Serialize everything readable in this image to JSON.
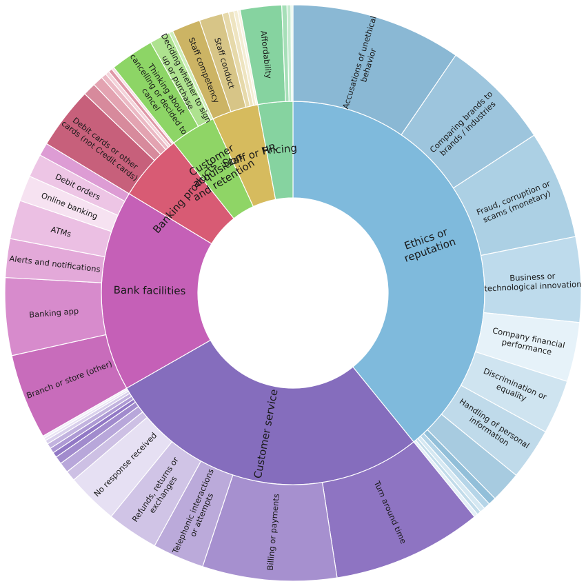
{
  "chart_data": {
    "type": "sunburst",
    "title": "",
    "categories": [
      {
        "name": "Ethics or reputation",
        "label_lines": [
          "Ethics or",
          "reputation"
        ],
        "color": "#7fbadc",
        "children": [
          {
            "name": "Accusations of unethical behavior",
            "label_lines": [
              "Accusations of unethical",
              "behavior"
            ],
            "value": 66,
            "color": "#8ab8d4"
          },
          {
            "name": "Comparing brands to brands / industries",
            "label_lines": [
              "Comparing brands to",
              "brands / industries"
            ],
            "value": 43,
            "color": "#9dc5dd"
          },
          {
            "name": "Fraud, corruption or scams (monetary)",
            "label_lines": [
              "Fraud, corruption or",
              "scams (monetary)"
            ],
            "value": 42,
            "color": "#acd0e4"
          },
          {
            "name": "Business or technological innovation",
            "label_lines": [
              "Business or",
              "technological innovation"
            ],
            "value": 33,
            "color": "#bedbec"
          },
          {
            "name": "Company financial performance",
            "label_lines": [
              "Company financial",
              "performance"
            ],
            "value": 23,
            "color": "#e6f2f9"
          },
          {
            "name": "Discrimination or equality",
            "label_lines": [
              "Discrimination or",
              "equality"
            ],
            "value": 21,
            "color": "#cfe4f0"
          },
          {
            "name": "Handling of personal information",
            "label_lines": [
              "Handling of personal",
              "information"
            ],
            "value": 20,
            "color": "#bfdaea"
          },
          {
            "name": "",
            "label_lines": [],
            "value": 12,
            "color": "#a7cbe0"
          },
          {
            "name": "",
            "label_lines": [],
            "value": 3,
            "color": "#92bfd9"
          },
          {
            "name": "",
            "label_lines": [],
            "value": 2.5,
            "color": "#b5d5e8"
          },
          {
            "name": "",
            "label_lines": [],
            "value": 2,
            "color": "#d5e8f2"
          },
          {
            "name": "",
            "label_lines": [],
            "value": 1.5,
            "color": "#c2dcea"
          },
          {
            "name": "",
            "label_lines": [],
            "value": 1.5,
            "color": "#e4f0f7"
          }
        ]
      },
      {
        "name": "Customer service",
        "label_lines": [
          "Customer service"
        ],
        "color": "#856dbd",
        "children": [
          {
            "name": "Turn around time",
            "label_lines": [
              "Turn around time"
            ],
            "value": 58,
            "color": "#8e74c2"
          },
          {
            "name": "Billing or payments",
            "label_lines": [
              "Billing or payments"
            ],
            "value": 52,
            "color": "#a690cf"
          },
          {
            "name": "Telephonic interactions or attempts",
            "label_lines": [
              "Telephonic interactions",
              "or attempts"
            ],
            "value": 20,
            "color": "#bbaada"
          },
          {
            "name": "Refunds, returns or exchanges",
            "label_lines": [
              "Refunds, returns or",
              "exchanges"
            ],
            "value": 20,
            "color": "#d0c4e6"
          },
          {
            "name": "No response received",
            "label_lines": [
              "No response received"
            ],
            "value": 20,
            "color": "#e6e0f3"
          },
          {
            "name": "",
            "label_lines": [],
            "value": 4,
            "color": "#cdc0e4"
          },
          {
            "name": "",
            "label_lines": [],
            "value": 4,
            "color": "#b8a7da"
          },
          {
            "name": "",
            "label_lines": [],
            "value": 3,
            "color": "#a18bcd"
          },
          {
            "name": "",
            "label_lines": [],
            "value": 2,
            "color": "#9178c5"
          },
          {
            "name": "",
            "label_lines": [],
            "value": 2,
            "color": "#ad99d4"
          },
          {
            "name": "",
            "label_lines": [],
            "value": 2,
            "color": "#c2b3df"
          },
          {
            "name": "",
            "label_lines": [],
            "value": 1.5,
            "color": "#d9d0ec"
          },
          {
            "name": "",
            "label_lines": [],
            "value": 1,
            "color": "#e9e4f4"
          },
          {
            "name": "",
            "label_lines": [],
            "value": 1,
            "color": "#f2eff9"
          }
        ]
      },
      {
        "name": "Bank facilities",
        "label_lines": [
          "Bank facilities"
        ],
        "color": "#c560b7",
        "children": [
          {
            "name": "Branch or store (other)",
            "label_lines": [
              "Branch or store (other)"
            ],
            "value": 33,
            "color": "#c86cbb"
          },
          {
            "name": "Banking app",
            "label_lines": [
              "Banking app"
            ],
            "value": 30,
            "color": "#d78bcc"
          },
          {
            "name": "Alerts and notifications",
            "label_lines": [
              "Alerts and notifications"
            ],
            "value": 15,
            "color": "#e3a9d9"
          },
          {
            "name": "ATMs",
            "label_lines": [
              "ATMs"
            ],
            "value": 15,
            "color": "#ebbfe3"
          },
          {
            "name": "Online banking",
            "label_lines": [
              "Online banking"
            ],
            "value": 10,
            "color": "#f6e2f1"
          },
          {
            "name": "Debit orders",
            "label_lines": [
              "Debit orders"
            ],
            "value": 9,
            "color": "#edc5e5"
          },
          {
            "name": "",
            "label_lines": [],
            "value": 5,
            "color": "#dd9cd4"
          }
        ]
      },
      {
        "name": "Banking products",
        "label_lines": [
          "Banking products"
        ],
        "color": "#d85b74",
        "children": [
          {
            "name": "Debit cards or other cards (not Credit cards)",
            "label_lines": [
              "Debit cards or other",
              "cards (not Credit cards)"
            ],
            "value": 24,
            "color": "#c7607b"
          },
          {
            "name": "",
            "label_lines": [],
            "value": 5,
            "color": "#d78a9c"
          },
          {
            "name": "",
            "label_lines": [],
            "value": 4,
            "color": "#e3a3b1"
          },
          {
            "name": "",
            "label_lines": [],
            "value": 2,
            "color": "#ebb9c4"
          },
          {
            "name": "",
            "label_lines": [],
            "value": 1.5,
            "color": "#f3d3da"
          },
          {
            "name": "",
            "label_lines": [],
            "value": 1.5,
            "color": "#df98a7"
          },
          {
            "name": "",
            "label_lines": [],
            "value": 1,
            "color": "#f6e0e5"
          }
        ]
      },
      {
        "name": "Customer acquisition and retention",
        "label_lines": [
          "Customer",
          "acquisition",
          "and retention"
        ],
        "color": "#8fd566",
        "children": [
          {
            "name": "Thinking about cancelling or decided to cancel",
            "label_lines": [
              "Thinking about",
              "cancelling or decided to",
              "cancel"
            ],
            "value": 17,
            "color": "#8dd566"
          },
          {
            "name": "Deciding whether to sign up or purchase",
            "label_lines": [
              "Deciding whether to sign",
              "up or purchase"
            ],
            "value": 8,
            "color": "#aee28f"
          },
          {
            "name": "",
            "label_lines": [],
            "value": 1.5,
            "color": "#cdeeb9"
          }
        ]
      },
      {
        "name": "Staff or HR",
        "label_lines": [
          "Staff or HR"
        ],
        "color": "#d6bb5e",
        "children": [
          {
            "name": "Staff competency",
            "label_lines": [
              "Staff competency"
            ],
            "value": 11,
            "color": "#ccb464"
          },
          {
            "name": "Staff conduct",
            "label_lines": [
              "Staff conduct"
            ],
            "value": 9,
            "color": "#d7c587"
          },
          {
            "name": "",
            "label_lines": [],
            "value": 2.5,
            "color": "#e6d9aa"
          },
          {
            "name": "",
            "label_lines": [],
            "value": 2,
            "color": "#eee4c0"
          },
          {
            "name": "",
            "label_lines": [],
            "value": 1.5,
            "color": "#f4edd3"
          },
          {
            "name": "",
            "label_lines": [],
            "value": 1,
            "color": "#f8f3e2"
          }
        ]
      },
      {
        "name": "Pricing",
        "label_lines": [
          "Pricing"
        ],
        "color": "#86d3a0",
        "children": [
          {
            "name": "Affordability",
            "label_lines": [
              "Affordability"
            ],
            "value": 16,
            "color": "#86d3a0"
          },
          {
            "name": "",
            "label_lines": [],
            "value": 2,
            "color": "#a6dfb8"
          },
          {
            "name": "",
            "label_lines": [],
            "value": 1.5,
            "color": "#c4eacf"
          },
          {
            "name": "",
            "label_lines": [],
            "value": 0.8,
            "color": "#e1f5e7"
          }
        ]
      }
    ]
  }
}
